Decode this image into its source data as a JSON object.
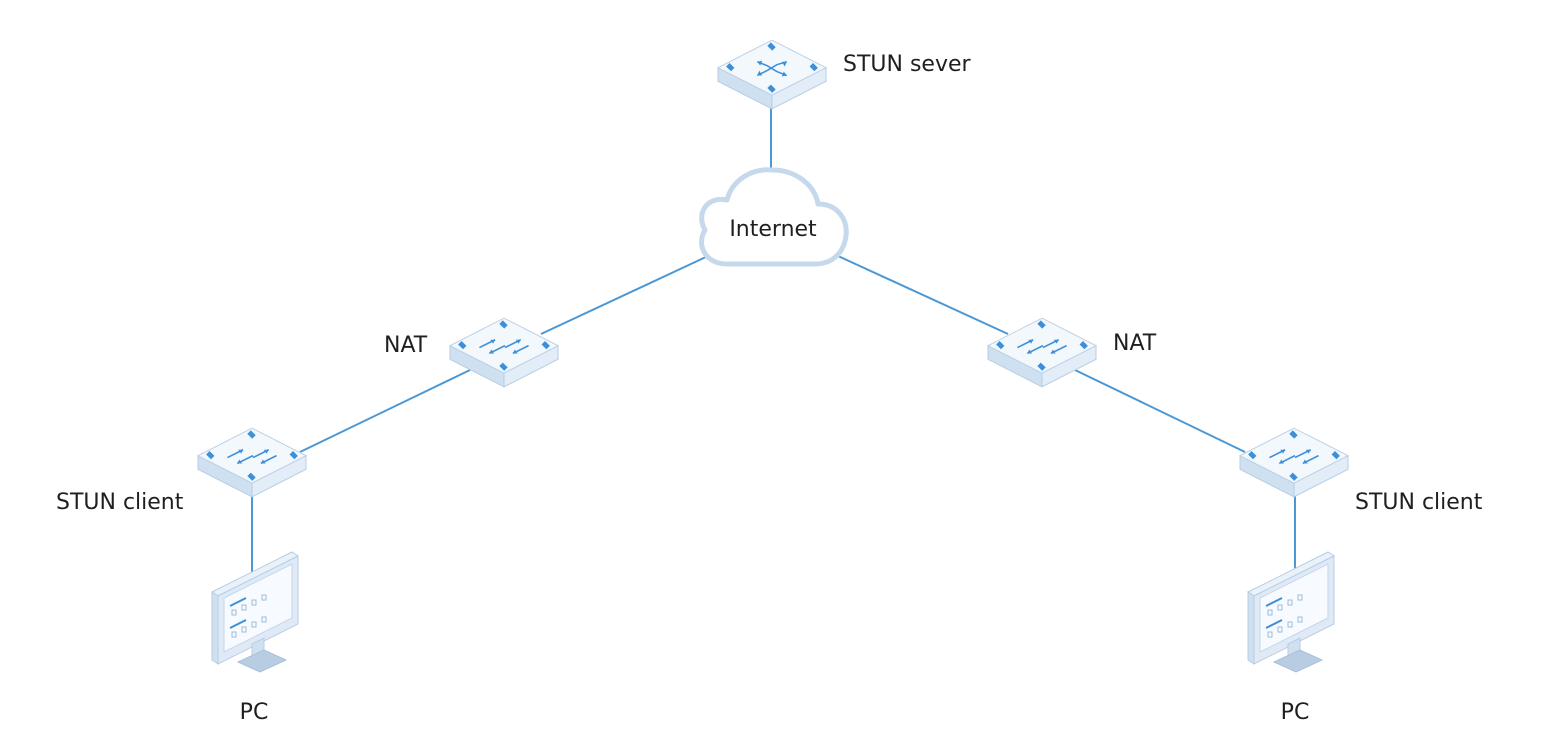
{
  "colors": {
    "link": "#4a98d6",
    "device_top": "#f3f8fd",
    "device_side": "#cfe0f1",
    "device_accent": "#3d8fd8",
    "label": "#1f1f1f"
  },
  "nodes": {
    "stun_server": {
      "label": "STUN sever",
      "icon": "switch-icon"
    },
    "internet": {
      "label": "Internet",
      "icon": "cloud-icon"
    },
    "nat_left": {
      "label": "NAT",
      "icon": "switch-icon"
    },
    "nat_right": {
      "label": "NAT",
      "icon": "switch-icon"
    },
    "client_left": {
      "label": "STUN client",
      "icon": "switch-icon"
    },
    "client_right": {
      "label": "STUN client",
      "icon": "switch-icon"
    },
    "pc_left": {
      "label": "PC",
      "icon": "monitor-icon"
    },
    "pc_right": {
      "label": "PC",
      "icon": "monitor-icon"
    }
  }
}
